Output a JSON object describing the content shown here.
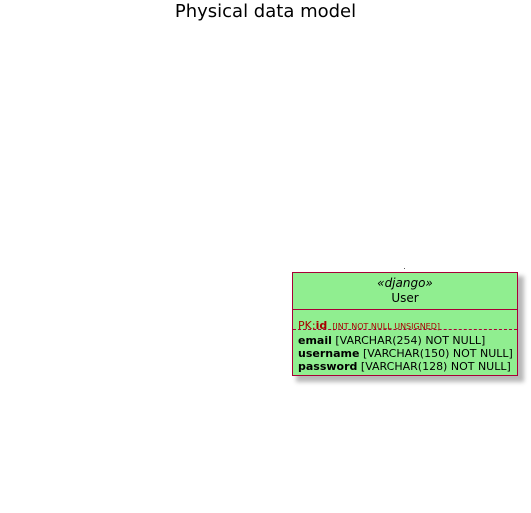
{
  "title": "Physical data model",
  "entity": {
    "stereotype": "«django»",
    "name": "User",
    "primary_key": {
      "prefix": "PK:",
      "name": "id",
      "type": "[INT NOT NULL UNSIGNED]"
    },
    "columns": [
      {
        "name": "email",
        "type": "[VARCHAR(254) NOT NULL]"
      },
      {
        "name": "username",
        "type": "[VARCHAR(150) NOT NULL]"
      },
      {
        "name": "password",
        "type": "[VARCHAR(128) NOT NULL]"
      }
    ]
  },
  "colors": {
    "entity_fill": "#90ee90",
    "entity_border": "#a80036",
    "pk_text": "#a80000"
  }
}
